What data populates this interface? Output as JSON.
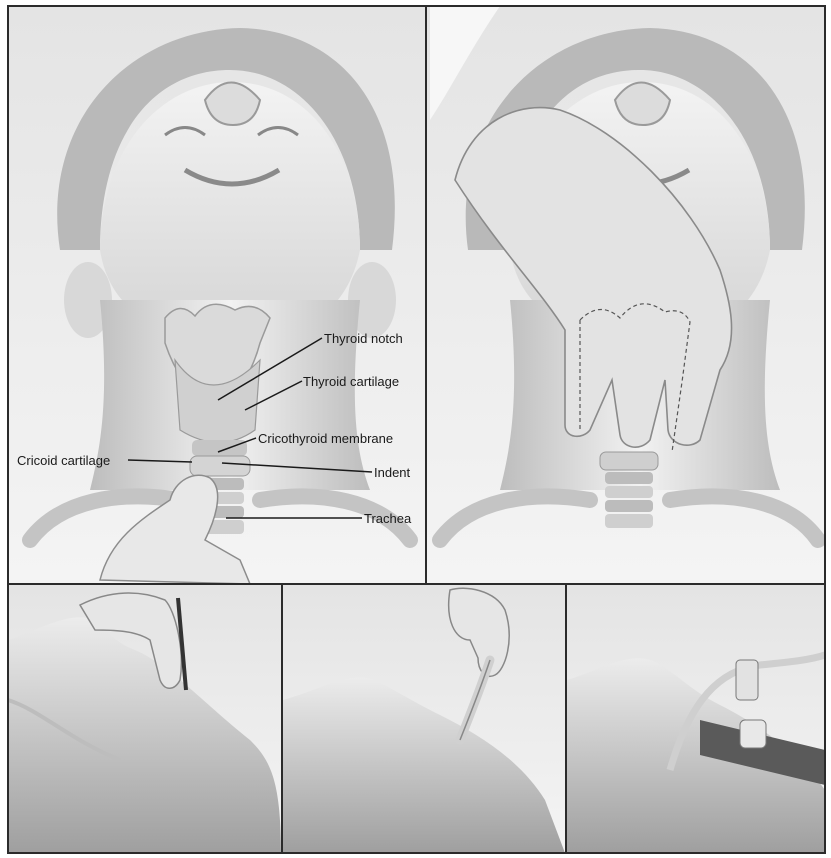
{
  "labels": {
    "thyroid_notch": "Thyroid notch",
    "thyroid_cartilage": "Thyroid cartilage",
    "cricothyroid_membrane": "Cricothyroid membrane",
    "cricoid_cartilage": "Cricoid cartilage",
    "indent": "Indent",
    "trachea": "Trachea"
  },
  "colors": {
    "frame": "#2b2b2b",
    "background": "#e6e6e6",
    "skin_light": "#f1f1f1",
    "skin_mid": "#cfcfcf",
    "skin_dark": "#9a9a9a",
    "hair": "#b9b9b9",
    "cartilage": "#dadada",
    "leader_line": "#1a1a1a"
  },
  "panels": [
    {
      "id": "top-left",
      "icon": "neck-anatomy-icon"
    },
    {
      "id": "top-right",
      "icon": "hand-stabilizing-larynx-icon"
    },
    {
      "id": "bottom-left",
      "icon": "scalpel-incision-icon"
    },
    {
      "id": "bottom-middle",
      "icon": "tube-insertion-icon"
    },
    {
      "id": "bottom-right",
      "icon": "tracheostomy-tube-icon"
    }
  ]
}
